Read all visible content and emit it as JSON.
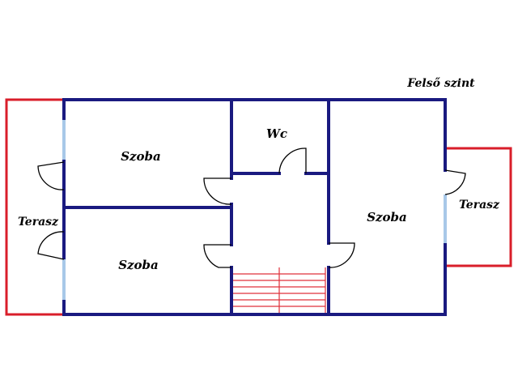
{
  "title": "Felső szint",
  "rooms": {
    "szoba_top_left": "Szoba",
    "szoba_bottom_left": "Szoba",
    "szoba_right": "Szoba",
    "wc": "Wc",
    "terasz_left": "Terasz",
    "terasz_right": "Terasz"
  },
  "colors": {
    "wall": "#1a1a80",
    "terrace": "#d91e2a",
    "window": "#a8c8e8",
    "stairs": "#e0303a",
    "door": "#000000"
  }
}
